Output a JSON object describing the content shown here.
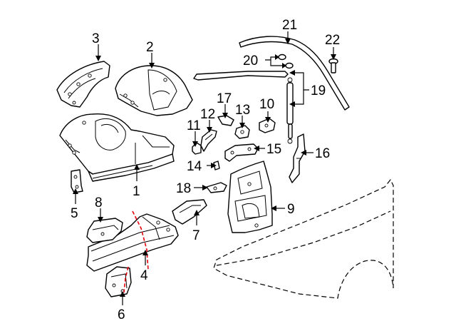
{
  "callouts": {
    "c1": "1",
    "c2": "2",
    "c3": "3",
    "c4": "4",
    "c5": "5",
    "c6": "6",
    "c7": "7",
    "c8": "8",
    "c9": "9",
    "c10": "10",
    "c11": "11",
    "c12": "12",
    "c13": "13",
    "c14": "14",
    "c15": "15",
    "c16": "16",
    "c17": "17",
    "c18": "18",
    "c19": "19",
    "c20": "20",
    "c21": "21",
    "c22": "22"
  },
  "colors": {
    "line": "#000000",
    "highlight": "#e8000b",
    "background": "#ffffff"
  }
}
